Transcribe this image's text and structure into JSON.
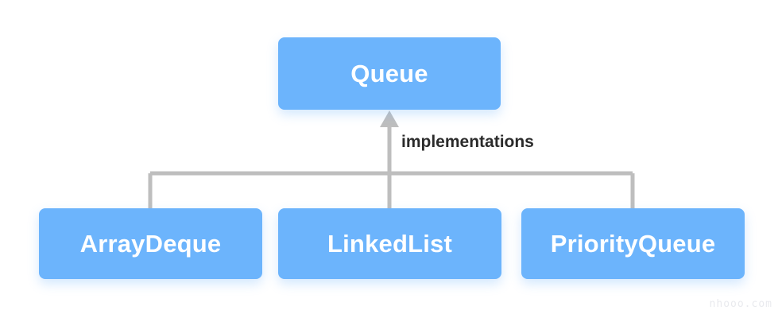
{
  "diagram": {
    "type": "class-hierarchy",
    "root": {
      "label": "Queue"
    },
    "edge": {
      "label": "implementations"
    },
    "implementations": [
      {
        "label": "ArrayDeque"
      },
      {
        "label": "LinkedList"
      },
      {
        "label": "PriorityQueue"
      }
    ],
    "colors": {
      "node_fill": "#6cb4fc",
      "node_text": "#ffffff",
      "connector": "#bebebe",
      "edge_label_text": "#2b2b2b",
      "background": "#ffffff",
      "watermark_text": "#e9eaee"
    }
  },
  "watermark": {
    "text": "nhooo.com"
  }
}
